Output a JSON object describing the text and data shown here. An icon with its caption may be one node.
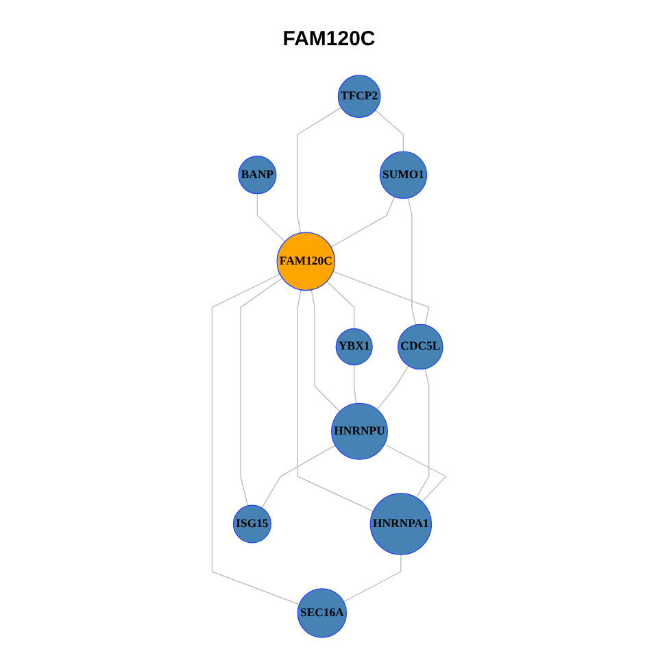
{
  "diagram": {
    "title": "FAM120C",
    "nodes": [
      {
        "text": [
          "TFCP2"
        ]
      },
      {
        "text": [
          "BANP"
        ]
      },
      {
        "text": [
          "SUMO1"
        ]
      },
      {
        "text": [
          "FAM120C"
        ]
      },
      {
        "text": [
          "YBX1"
        ]
      },
      {
        "text": [
          "CDC5L"
        ]
      },
      {
        "text": [
          "HNRNPU"
        ]
      },
      {
        "text": [
          "SEC16A"
        ]
      },
      {
        "text": [
          "HNRNPA1"
        ]
      },
      {
        "text": [
          "ISG15"
        ]
      }
    ],
    "edges": [
      {
        "from": 1,
        "to": 3,
        "arrow": "none"
      },
      {
        "from": 0,
        "to": 3,
        "arrow": "none"
      },
      {
        "from": 0,
        "to": 2,
        "arrow": "none"
      },
      {
        "from": 2,
        "to": 3,
        "arrow": "none"
      },
      {
        "from": 2,
        "to": 5,
        "arrow": "none"
      },
      {
        "from": 3,
        "to": 4,
        "arrow": "none"
      },
      {
        "from": 3,
        "to": 5,
        "arrow": "none"
      },
      {
        "from": 3,
        "to": 6,
        "arrow": "none"
      },
      {
        "from": 3,
        "to": 9,
        "arrow": "none"
      },
      {
        "from": 3,
        "to": 8,
        "arrow": "none"
      },
      {
        "from": 3,
        "to": 7,
        "arrow": "none"
      },
      {
        "from": 4,
        "to": 6,
        "arrow": "none"
      },
      {
        "from": 5,
        "to": 6,
        "arrow": "none"
      },
      {
        "from": 5,
        "to": 8,
        "arrow": "none"
      },
      {
        "from": 6,
        "to": 9,
        "arrow": "none"
      },
      {
        "from": 6,
        "to": 8,
        "arrow": "none"
      },
      {
        "from": 8,
        "to": 7,
        "arrow": "none"
      }
    ]
  }
}
